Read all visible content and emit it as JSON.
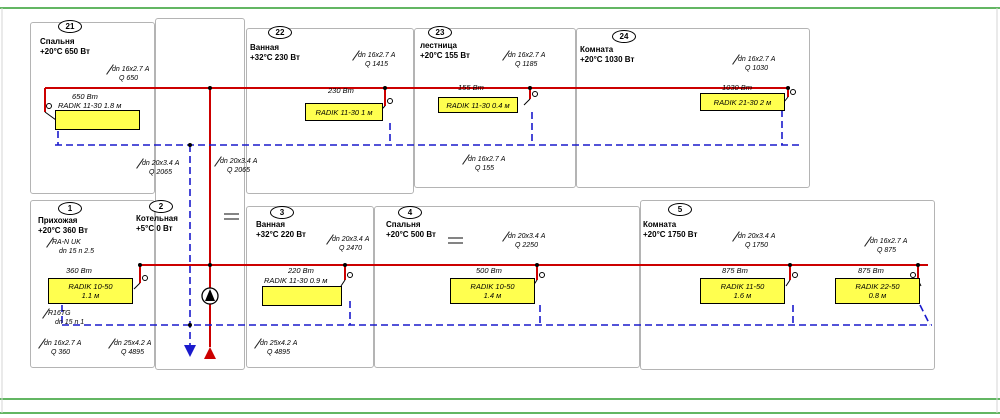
{
  "rooms": {
    "r21": {
      "badge": "21",
      "name": "Спальня",
      "load": "+20°C 650 Вт"
    },
    "r22": {
      "badge": "22",
      "name": "Ванная",
      "load": "+32°C 230 Вт"
    },
    "r23": {
      "badge": "23",
      "name": "лестница",
      "load": "+20°C 155 Вт"
    },
    "r24": {
      "badge": "24",
      "name": "Комната",
      "load": "+20°C 1030 Вт"
    },
    "r1": {
      "badge": "1",
      "name": "Прихожая",
      "load": "+20°C 360 Вт"
    },
    "r2": {
      "badge": "2",
      "name": "Котельная",
      "load": "+5°C 0 Вт"
    },
    "r3": {
      "badge": "3",
      "name": "Ванная",
      "load": "+32°C 220 Вт"
    },
    "r4": {
      "badge": "4",
      "name": "Спальня",
      "load": "+20°C 500 Вт"
    },
    "r5": {
      "badge": "5",
      "name": "Комната",
      "load": "+20°C 1750 Вт"
    }
  },
  "radiators": {
    "u21": {
      "power": "650 Вт",
      "line1": "RADIK 11-30 1.8 м"
    },
    "u22": {
      "power": "230 Вт",
      "line1": "RADIK 11-30 1 м"
    },
    "u23": {
      "power": "155 Вт",
      "line1": "RADIK 11-30 0.4 м"
    },
    "u24": {
      "power": "1030 Вт",
      "line1": "RADIK 21-30 2 м"
    },
    "l1": {
      "power": "360 Вт",
      "line1": "RADIK 10-50",
      "line2": "1.1 м"
    },
    "l3": {
      "power": "220 Вт",
      "line1": "RADIK 11-30 0.9 м"
    },
    "l4": {
      "power": "500 Вт",
      "line1": "RADIK 10-50",
      "line2": "1.4 м"
    },
    "l5a": {
      "power": "875 Вт",
      "line1": "RADIK 11-50",
      "line2": "1.6 м"
    },
    "l5b": {
      "power": "875 Вт",
      "line1": "RADIK 22-50",
      "line2": "0.8 м"
    }
  },
  "annotations": {
    "q650": {
      "dn": "dn 16x2.7 А",
      "q": "Q 650"
    },
    "q2065a": {
      "dn": "dn 20x3.4 А",
      "q": "Q 2065"
    },
    "q2065b": {
      "dn": "dn 20x3.4 А",
      "q": "Q 2065"
    },
    "q1415": {
      "dn": "dn 16x2.7 А",
      "q": "Q 1415"
    },
    "q1185": {
      "dn": "dn 16x2.7 А",
      "q": "Q 1185"
    },
    "q155": {
      "dn": "dn 16x2.7 А",
      "q": "Q 155"
    },
    "q1030": {
      "dn": "dn 16x2.7 А",
      "q": "Q 1030"
    },
    "q360": {
      "dn": "dn 16x2.7 А",
      "q": "Q 360"
    },
    "q4895a": {
      "dn": "dn 25x4.2 А",
      "q": "Q 4895"
    },
    "q4895b": {
      "dn": "dn 25x4.2 А",
      "q": "Q 4895"
    },
    "q2470": {
      "dn": "dn 20x3.4 А",
      "q": "Q 2470"
    },
    "q2250": {
      "dn": "dn 20x3.4 А",
      "q": "Q 2250"
    },
    "q1750": {
      "dn": "dn 20x3.4 А",
      "q": "Q 1750"
    },
    "q875": {
      "dn": "dn 16x2.7 А",
      "q": "Q 875"
    }
  },
  "valves": {
    "ranuk": {
      "l1": "RA-N UK",
      "l2": "dn 15 n 2.5"
    },
    "r16tg": {
      "l1": "R16TG",
      "l2": "dn 15 n 1"
    }
  },
  "colors": {
    "supply": "#cc0000",
    "return": "#1a1acc",
    "radiator": "#ffff4f",
    "frame": "#63b663"
  }
}
